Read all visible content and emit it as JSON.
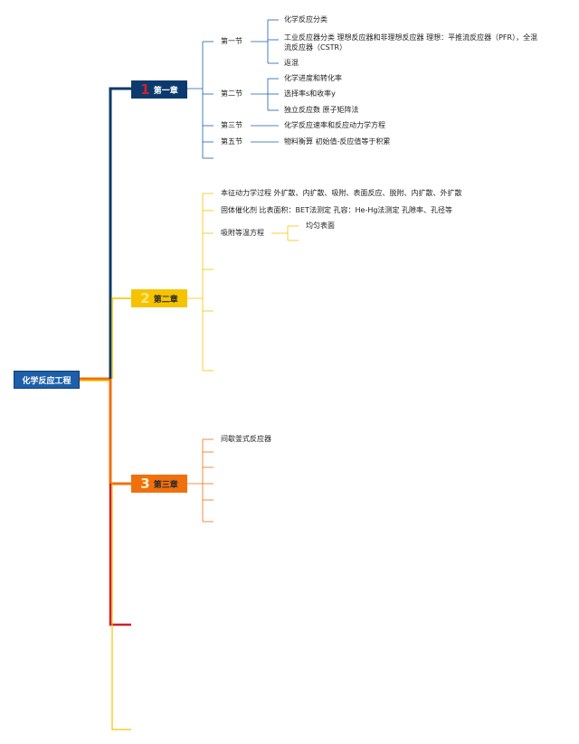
{
  "root": {
    "label": "化学反应工程"
  },
  "chapters": [
    {
      "number": "1",
      "label": "第一章",
      "sections": [
        {
          "label": "第一节",
          "topics": [
            "化学反应分类",
            "工业反应器分类 理想反应器和非理想反应器 理想：平推流反应器（PFR），全混",
            "流反应器（CSTR）",
            "返混"
          ]
        },
        {
          "label": "第二节",
          "topics": [
            "化学进度和转化率",
            "选择率s和收率y",
            "独立反应数 原子矩阵法"
          ]
        },
        {
          "label": "第三节",
          "topics": [
            "化学反应速率和反应动力学方程"
          ]
        },
        {
          "label": "第五节",
          "topics": [
            "物料衡算 初始值-反应值等于积累"
          ]
        }
      ]
    },
    {
      "number": "2",
      "label": "第二章",
      "items": [
        "本征动力学过程 外扩散、内扩散、吸附、表面反应、脱附、内扩散、外扩散",
        "固体催化剂 比表面积：BET法测定 孔容：He-Hg法测定 孔隙率、孔径等",
        "吸附等温方程"
      ],
      "sub_items": [
        "均匀表面"
      ]
    },
    {
      "number": "3",
      "label": "第三章",
      "items": [
        "间歇釜式反应器"
      ]
    }
  ],
  "colors": {
    "navy": "#0d3a6e",
    "yellow": "#f6c300",
    "orange": "#f0700e",
    "red": "#d0202b",
    "branch_blue": "#1d5fa8"
  }
}
